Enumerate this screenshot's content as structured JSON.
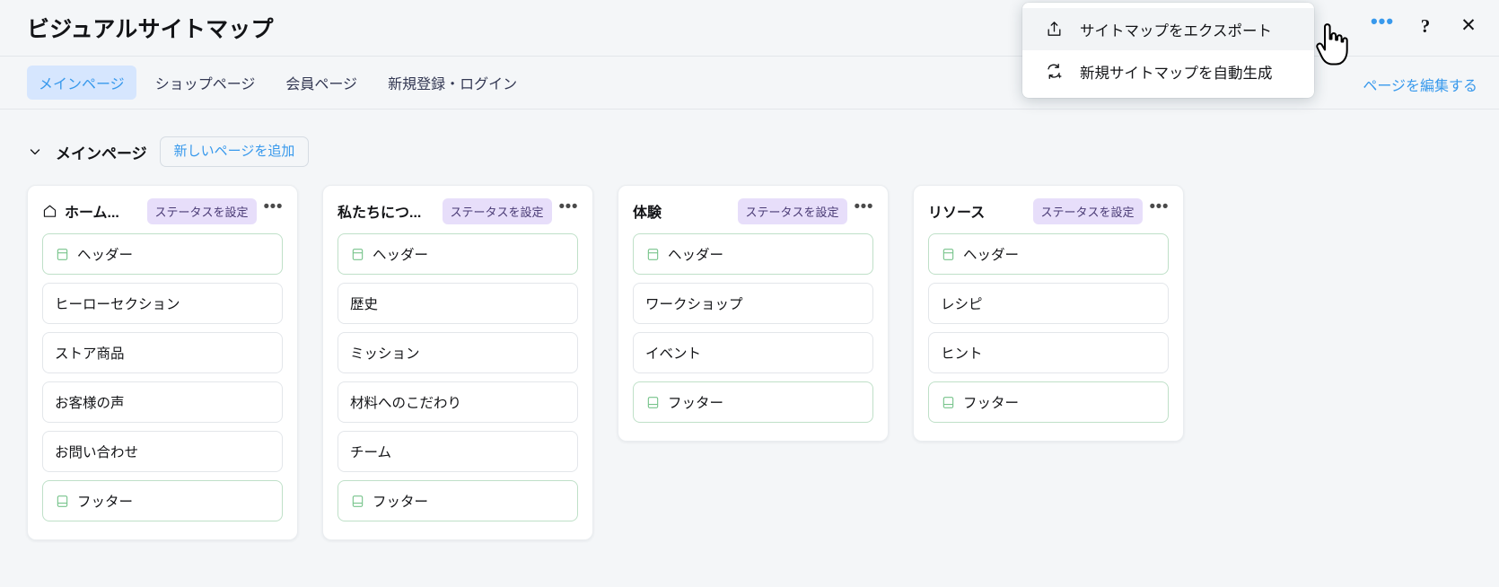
{
  "window": {
    "title": "ビジュアルサイトマップ",
    "actions": [
      {
        "name": "more-options",
        "glyph": "•••",
        "color": "#3899EC"
      },
      {
        "name": "help",
        "glyph": "?",
        "color": "#131417"
      },
      {
        "name": "close",
        "glyph": "✕",
        "color": "#131417"
      }
    ]
  },
  "tabs": {
    "items": [
      {
        "label": "メインページ",
        "active": true
      },
      {
        "label": "ショップページ",
        "active": false
      },
      {
        "label": "会員ページ",
        "active": false
      },
      {
        "label": "新規登録・ログイン",
        "active": false
      }
    ],
    "edit_link": "ページを編集する"
  },
  "section": {
    "title": "メインページ",
    "add_button": "新しいページを追加",
    "collapse_icon": "chevron-down-icon"
  },
  "menu": {
    "items": [
      {
        "label": "サイトマップをエクスポート",
        "icon": "export-icon",
        "hovered": true
      },
      {
        "label": "新規サイトマップを自動生成",
        "icon": "auto-generate-icon",
        "hovered": false
      }
    ]
  },
  "status_badge_label": "ステータスを設定",
  "card_menu_glyph": "•••",
  "colors": {
    "accent": "#3899EC",
    "badge_bg": "#E7DEFA",
    "badge_text": "#4A3B75",
    "special_border": "#BFE0C8",
    "page_bg": "#F4F6F8"
  },
  "cards": [
    {
      "title": "ホーム...",
      "has_home_icon": true,
      "status": "ステータスを設定",
      "items": [
        {
          "label": "ヘッダー",
          "type": "header"
        },
        {
          "label": "ヒーローセクション",
          "type": "section"
        },
        {
          "label": "ストア商品",
          "type": "section"
        },
        {
          "label": "お客様の声",
          "type": "section"
        },
        {
          "label": "お問い合わせ",
          "type": "section"
        },
        {
          "label": "フッター",
          "type": "footer"
        }
      ]
    },
    {
      "title": "私たちにつ...",
      "has_home_icon": false,
      "status": "ステータスを設定",
      "items": [
        {
          "label": "ヘッダー",
          "type": "header"
        },
        {
          "label": "歴史",
          "type": "section"
        },
        {
          "label": "ミッション",
          "type": "section"
        },
        {
          "label": "材料へのこだわり",
          "type": "section"
        },
        {
          "label": "チーム",
          "type": "section"
        },
        {
          "label": "フッター",
          "type": "footer"
        }
      ]
    },
    {
      "title": "体験",
      "has_home_icon": false,
      "status": "ステータスを設定",
      "items": [
        {
          "label": "ヘッダー",
          "type": "header"
        },
        {
          "label": "ワークショップ",
          "type": "section"
        },
        {
          "label": "イベント",
          "type": "section"
        },
        {
          "label": "フッター",
          "type": "footer"
        }
      ]
    },
    {
      "title": "リソース",
      "has_home_icon": false,
      "status": "ステータスを設定",
      "items": [
        {
          "label": "ヘッダー",
          "type": "header"
        },
        {
          "label": "レシピ",
          "type": "section"
        },
        {
          "label": "ヒント",
          "type": "section"
        },
        {
          "label": "フッター",
          "type": "footer"
        }
      ]
    }
  ]
}
